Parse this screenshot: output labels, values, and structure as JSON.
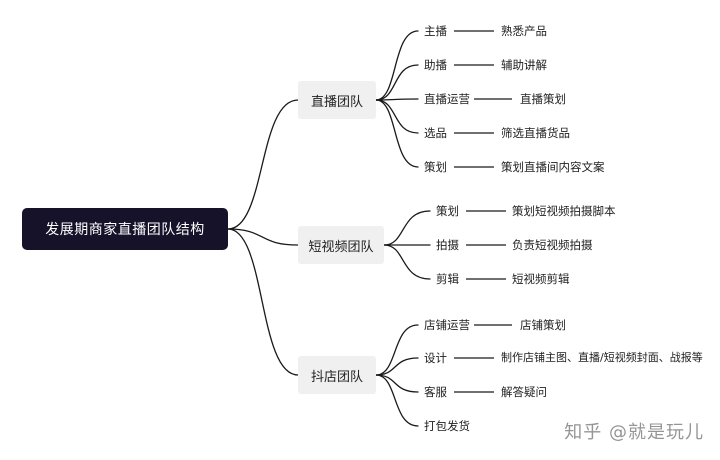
{
  "root": {
    "label": "发展期商家直播团队结构"
  },
  "branches": [
    {
      "label": "直播团队",
      "items": [
        {
          "role": "主播",
          "desc": "熟悉产品"
        },
        {
          "role": "助播",
          "desc": "辅助讲解"
        },
        {
          "role": "直播运营",
          "desc": "直播策划"
        },
        {
          "role": "选品",
          "desc": "筛选直播货品"
        },
        {
          "role": "策划",
          "desc": "策划直播间内容文案"
        }
      ]
    },
    {
      "label": "短视频团队",
      "items": [
        {
          "role": "策划",
          "desc": "策划短视频拍摄脚本"
        },
        {
          "role": "拍摄",
          "desc": "负责短视频拍摄"
        },
        {
          "role": "剪辑",
          "desc": "短视频剪辑"
        }
      ]
    },
    {
      "label": "抖店团队",
      "items": [
        {
          "role": "店铺运营",
          "desc": "店铺策划"
        },
        {
          "role": "设计",
          "desc": "制作店铺主图、直播/短视频封面、战报等"
        },
        {
          "role": "客服",
          "desc": "解答疑问"
        },
        {
          "role": "打包发货",
          "desc": ""
        }
      ]
    }
  ],
  "watermark": "知乎 @就是玩儿",
  "colors": {
    "root_bg": "#16122a",
    "root_text": "#ffffff",
    "branch_bg": "#f0f0f0",
    "line": "#1a1a1a",
    "watermark": "#8a8a8a"
  }
}
